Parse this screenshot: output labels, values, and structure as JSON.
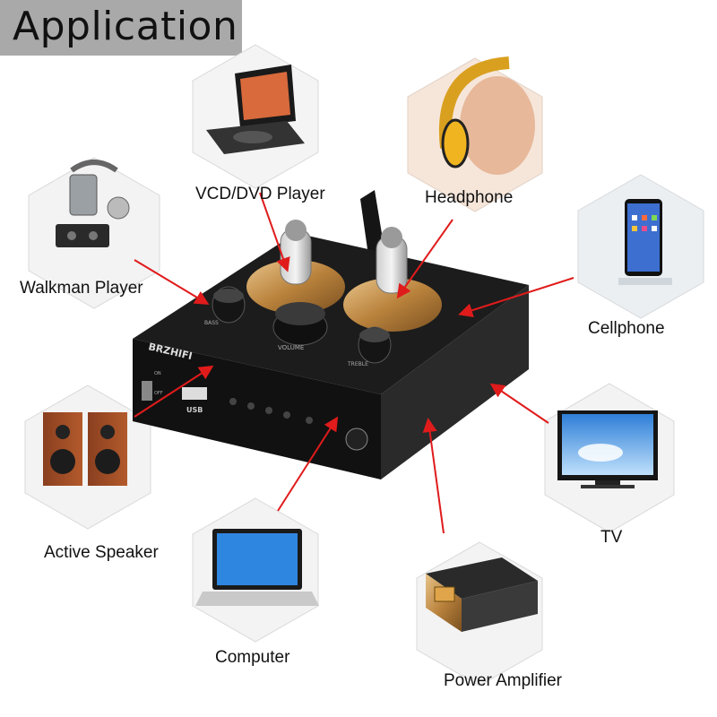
{
  "header": {
    "title": "Application"
  },
  "product": {
    "brand": "BRZHIFI",
    "knob_bass": "BASS",
    "knob_volume": "VOLUME",
    "knob_treble": "TREBLE",
    "switch_on": "ON",
    "switch_off": "OFF",
    "usb": "USB"
  },
  "devices": {
    "vcd_dvd": "VCD/DVD Player",
    "headphone": "Headphone",
    "walkman": "Walkman Player",
    "cellphone": "Cellphone",
    "speaker": "Active Speaker",
    "tv": "TV",
    "computer": "Computer",
    "amplifier": "Power Amplifier"
  },
  "colors": {
    "arrow": "#e01b1b",
    "header_bg": "#a9a9a9",
    "device_body": "#1b1b1b",
    "tube_gold": "#c8964c"
  }
}
